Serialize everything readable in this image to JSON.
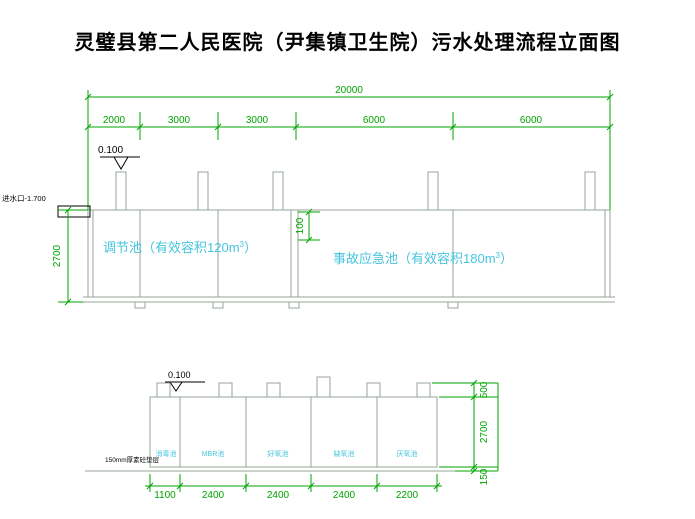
{
  "title": "灵璧县第二人民医院（尹集镇卫生院）污水处理流程立面图",
  "colors": {
    "dimension_green": "#00a400",
    "label_cyan": "#45c4de",
    "structure_gray": "#97a497",
    "ink": "#000000"
  },
  "upper": {
    "total_dim": "20000",
    "seg_dims": [
      "2000",
      "3000",
      "3000",
      "6000",
      "6000"
    ],
    "elevation_mark": "0.100",
    "inlet_label": "进水口-1.700",
    "depth_dim": "2700",
    "gap_dim": "100",
    "tank1": {
      "pre": "调节池（有效容积120m",
      "sup": "3",
      "post": "）"
    },
    "tank2": {
      "pre": "事故应急池（有效容积180m",
      "sup": "3",
      "post": "）"
    }
  },
  "lower": {
    "elevation_mark": "0.100",
    "base_note": "150mm厚素砼垫层",
    "compartment_labels": [
      "消毒池",
      "MBR池",
      "好氧池",
      "缺氧池",
      "厌氧池"
    ],
    "bottom_dims": [
      "1100",
      "2400",
      "2400",
      "2400",
      "2200"
    ],
    "right_dims": [
      "500",
      "2700",
      "150"
    ]
  }
}
